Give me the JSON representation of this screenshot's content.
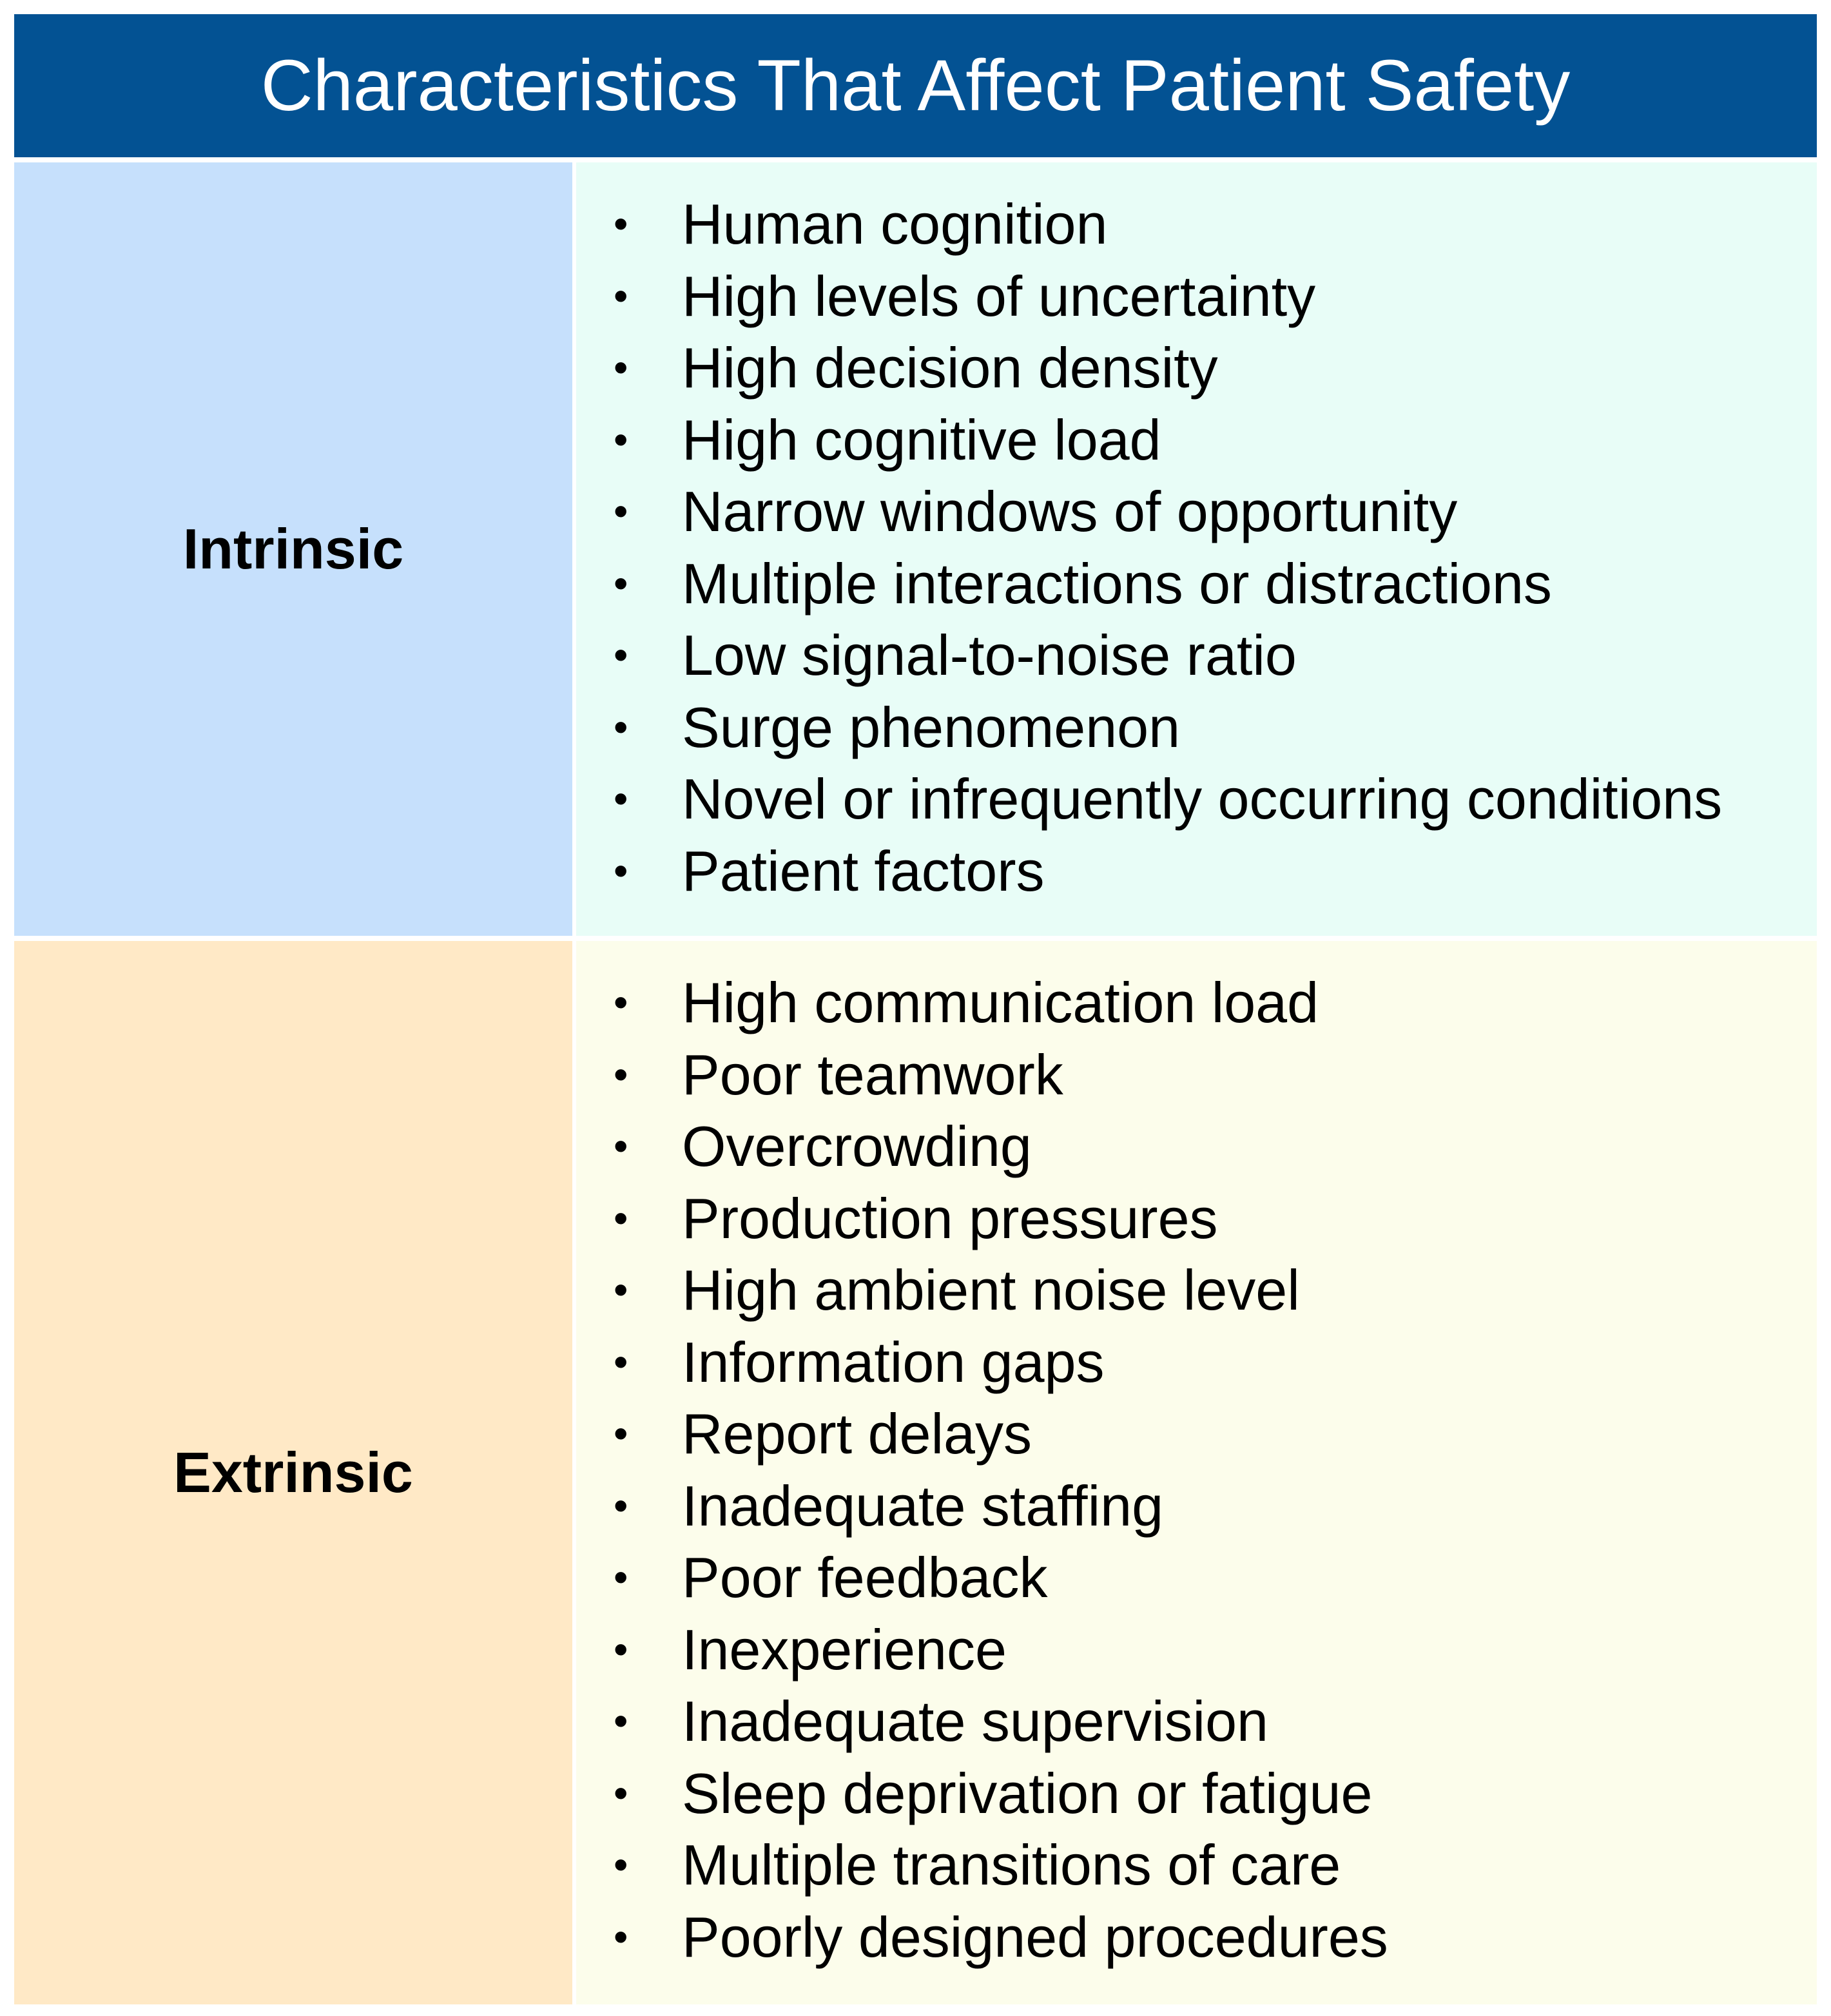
{
  "title": "Characteristics That Affect Patient Safety",
  "colors": {
    "title_bg": "#035293",
    "intrinsic_label_bg": "#c6e0fc",
    "intrinsic_list_bg": "#e8fdf7",
    "extrinsic_label_bg": "#ffe9c6",
    "extrinsic_list_bg": "#fcfdeb"
  },
  "intrinsic": {
    "label": "Intrinsic",
    "items": [
      "Human cognition",
      "High levels of uncertainty",
      "High decision density",
      "High cognitive load",
      "Narrow windows of opportunity",
      "Multiple interactions or distractions",
      "Low signal-to-noise ratio",
      "Surge phenomenon",
      "Novel or infrequently occurring conditions",
      "Patient factors"
    ]
  },
  "extrinsic": {
    "label": "Extrinsic",
    "items": [
      "High communication load",
      "Poor teamwork",
      "Overcrowding",
      "Production pressures",
      "High ambient noise level",
      "Information gaps",
      "Report delays",
      "Inadequate staffing",
      "Poor feedback",
      "Inexperience",
      "Inadequate supervision",
      "Sleep deprivation or fatigue",
      "Multiple transitions of care",
      "Poorly designed procedures"
    ]
  }
}
